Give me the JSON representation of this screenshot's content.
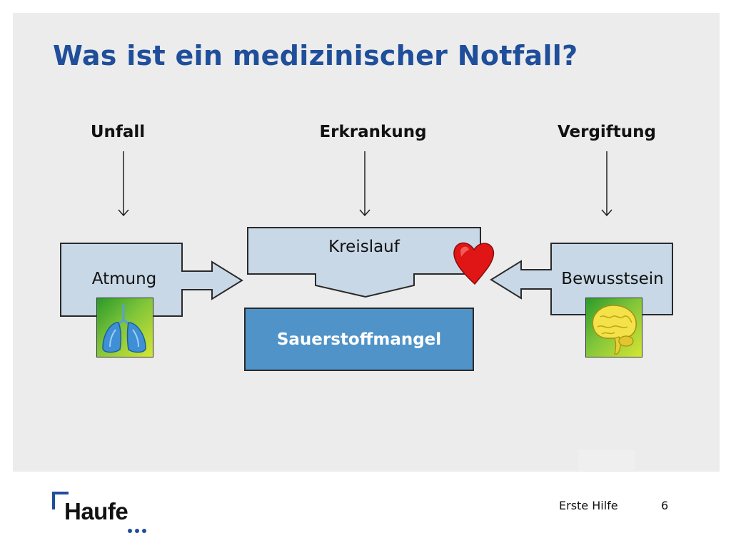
{
  "slide": {
    "title": "Was ist ein medizinischer Notfall?",
    "causes": [
      "Unfall",
      "Erkrankung",
      "Vergiftung"
    ],
    "nodes": {
      "left": "Atmung",
      "top": "Kreislauf",
      "right": "Bewusstsein",
      "center": "Sauerstoffmangel"
    },
    "icons": {
      "left": "lungs-icon",
      "top": "heart-icon",
      "right": "brain-icon"
    }
  },
  "footer": {
    "section": "Erste Hilfe",
    "page_number": "6",
    "logo_text": "Haufe"
  },
  "colors": {
    "title": "#1f4e9a",
    "box_fill": "#c8d8e6",
    "center_fill": "#4f93c8",
    "heart": "#e01515",
    "logo_accent": "#1f4e9a"
  }
}
